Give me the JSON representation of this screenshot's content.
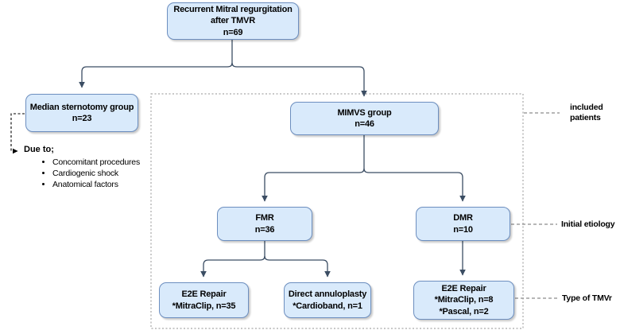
{
  "diagram": {
    "type": "flowchart",
    "colors": {
      "node_fill": "#d9eafb",
      "node_border": "#6c8ebf",
      "connector": "#3b4d63",
      "dashed_region_border": "#a6a6a6",
      "label_connector": "#8c8c8c",
      "text": "#000000"
    },
    "nodes": {
      "root": {
        "lines": [
          "Recurrent Mitral regurgitation",
          "after TMVR",
          "n=69"
        ]
      },
      "sternotomy": {
        "lines": [
          "Median sternotomy group",
          "n=23"
        ]
      },
      "mimvs": {
        "lines": [
          "MIMVS group",
          "n=46"
        ]
      },
      "fmr": {
        "lines": [
          "FMR",
          "n=36"
        ]
      },
      "dmr": {
        "lines": [
          "DMR",
          "n=10"
        ]
      },
      "e2e_fmr": {
        "lines": [
          "E2E Repair",
          "*MitraClip, n=35"
        ]
      },
      "annuloplasty": {
        "lines": [
          "Direct annuloplasty",
          "*Cardioband, n=1"
        ]
      },
      "e2e_dmr": {
        "lines": [
          "E2E Repair",
          "*MitraClip, n=8",
          "*Pascal, n=2"
        ]
      }
    },
    "due_to": {
      "title": "Due to;",
      "bullets": [
        "Concomitant procedures",
        "Cardiogenic shock",
        "Anatomical factors"
      ]
    },
    "side_labels": {
      "included_patients": "included patients",
      "initial_etiology": "Initial etiology",
      "type_of_tmvr": "Type of TMVr"
    }
  }
}
